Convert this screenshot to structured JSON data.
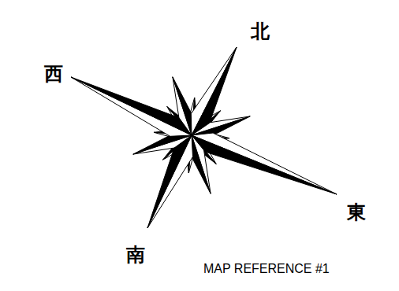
{
  "diagram": {
    "labels": [
      "西",
      "北",
      "東",
      "南",
      "MAP REFERENCE #1"
    ]
  }
}
